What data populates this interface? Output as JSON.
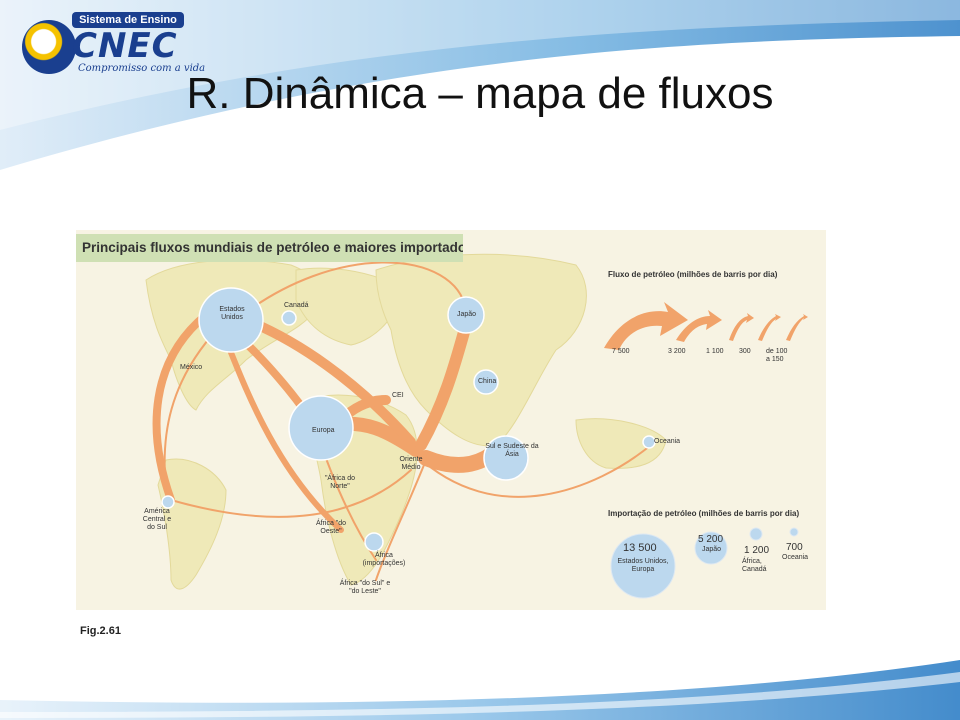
{
  "logo": {
    "top_text": "Sistema de Ensino",
    "name": "CNEC",
    "slogan": "Compromisso com a vida"
  },
  "slide": {
    "title": "R. Dinâmica – mapa de fluxos"
  },
  "map": {
    "header": "Principais fluxos mundiais de petróleo e maiores importadores",
    "regions": {
      "eua": "Estados Unidos",
      "canada": "Canadá",
      "mexico": "México",
      "cei": "CEI",
      "japao": "Japão",
      "china": "China",
      "europa": "Europa",
      "oriente": "Oriente Médio",
      "sul_asia": "Sul e Sudeste da Ásia",
      "africa_norte": "\"África do Norte\"",
      "oceania": "Oceania",
      "america": "América Central e do Sul",
      "africa_oeste": "África \"do Oeste\"",
      "africa_import": "África (importações)",
      "africa_sul": "África \"do Sul\" e \"do Leste\""
    },
    "flow_legend": {
      "title": "Fluxo de petróleo (milhões de barris por dia)",
      "values": [
        "7 500",
        "3 200",
        "1 100",
        "300",
        "de 100 a 150"
      ]
    },
    "import_legend": {
      "title": "Importação de petróleo (milhões de barris por dia)",
      "items": [
        {
          "value": "13 500",
          "label": "Estados Unidos, Europa"
        },
        {
          "value": "5 200",
          "label": "Japão"
        },
        {
          "value": "1 200",
          "label": "África, Canadá"
        },
        {
          "value": "700",
          "label": "Oceania"
        }
      ]
    },
    "caption": "Fig.2.61"
  },
  "colors": {
    "accent_blue": "#3a86c8",
    "flow": "#f1a36a",
    "land": "#efe9b8",
    "header_bg": "#cfe0b4",
    "bubble": "#bcd8ee"
  }
}
